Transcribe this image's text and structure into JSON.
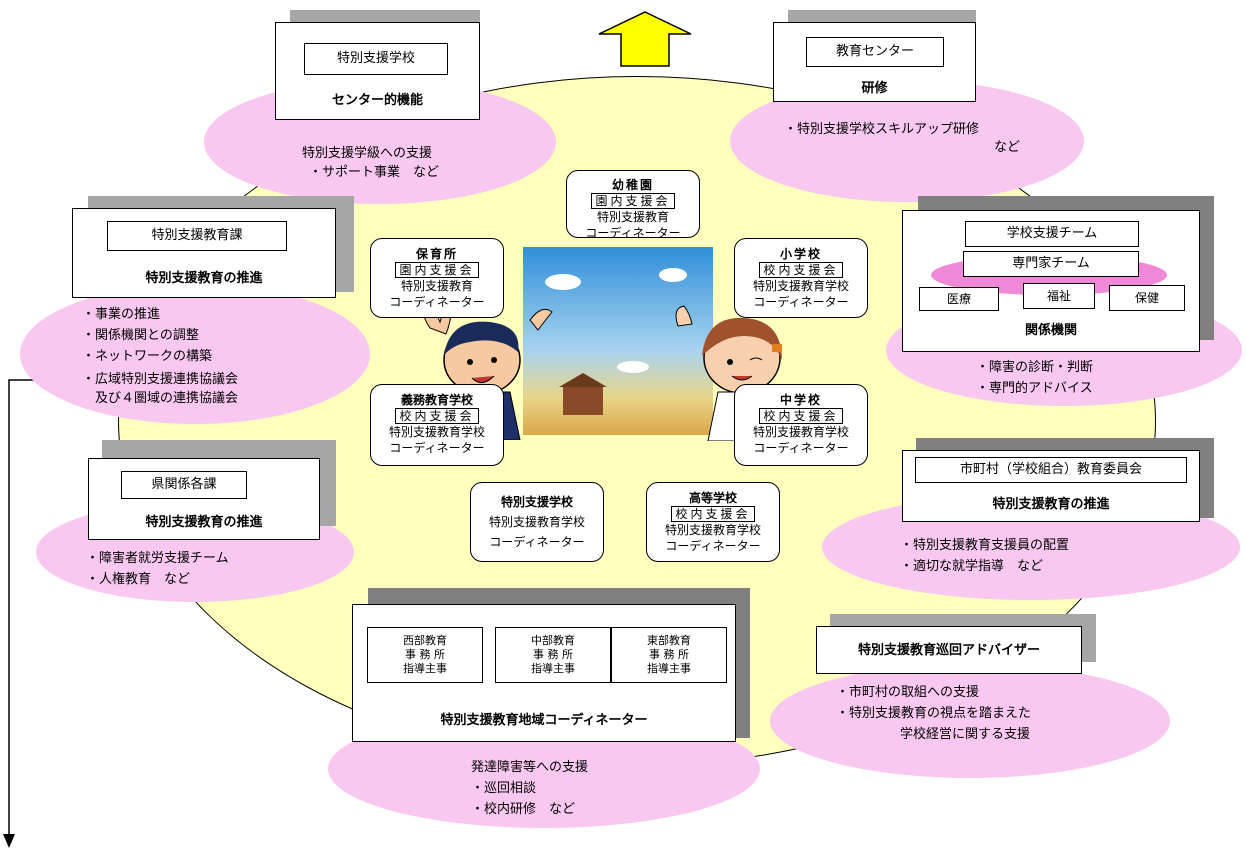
{
  "center_nodes": {
    "kindergarten": {
      "title": "幼稚園",
      "committee": "園内支援会",
      "line1": "特別支援教育",
      "line2": "コーディネーター"
    },
    "nursery": {
      "title": "保育所",
      "committee": "園内支援会",
      "line1": "特別支援教育",
      "line2": "コーディネーター"
    },
    "elementary": {
      "title": "小学校",
      "committee": "校内支援会",
      "line1": "特別支援教育学校",
      "line2": "コーディネーター"
    },
    "compulsory": {
      "title": "義務教育学校",
      "committee": "校内支援会",
      "line1": "特別支援教育学校",
      "line2": "コーディネーター"
    },
    "junior_high": {
      "title": "中学校",
      "committee": "校内支援会",
      "line1": "特別支援教育学校",
      "line2": "コーディネーター"
    },
    "special_school": {
      "title": "特別支援学校",
      "line1": "特別支援教育学校",
      "line2": "コーディネーター"
    },
    "high_school": {
      "title": "高等学校",
      "committee": "校内支援会",
      "line1": "特別支援教育学校",
      "line2": "コーディネーター"
    }
  },
  "blocks": {
    "special_school": {
      "label": "特別支援学校",
      "subtitle": "センター的機能",
      "items": [
        "特別支援学級への支援",
        "・サポート事業　など"
      ]
    },
    "edu_center": {
      "label": "教育センター",
      "subtitle": "研修",
      "items": [
        "・特別支援学校スキルアップ研修",
        "など"
      ]
    },
    "division": {
      "label": "特別支援教育課",
      "subtitle": "特別支援教育の推進",
      "items": [
        "・事業の推進",
        "・関係機関との調整",
        "・ネットワークの構築",
        "・広域特別支援連携協議会",
        "及び４圏域の連携協議会"
      ]
    },
    "related_agencies": {
      "label": "学校支援チーム",
      "expert": "専門家チーム",
      "medical": "医療",
      "welfare": "福祉",
      "health": "保健",
      "subtitle": "関係機関",
      "items": [
        "・障害の診断・判断",
        "・専門的アドバイス"
      ]
    },
    "pref_sections": {
      "label": "県関係各課",
      "subtitle": "特別支援教育の推進",
      "items": [
        "・障害者就労支援チーム",
        "・人権教育　など"
      ]
    },
    "municipal": {
      "label": "市町村（学校組合）教育委員会",
      "subtitle": "特別支援教育の推進",
      "items": [
        "・特別支援教育支援員の配置",
        "・適切な就学指導　など"
      ]
    },
    "regional": {
      "west": [
        "西部教育",
        "事 務 所",
        "指導主事"
      ],
      "central": [
        "中部教育",
        "事 務 所",
        "指導主事"
      ],
      "east": [
        "東部教育",
        "事 務 所",
        "指導主事"
      ],
      "subtitle": "特別支援教育地域コーディネーター",
      "items": [
        "発達障害等への支援",
        "・巡回相談",
        "・校内研修　など"
      ]
    },
    "advisor": {
      "subtitle": "特別支援教育巡回アドバイザー",
      "items": [
        "・市町村の取組への支援",
        "・特別支援教育の視点を踏まえた",
        "学校経営に関する支援"
      ]
    }
  },
  "colors": {
    "circle": "#ffffbe",
    "ellipse": "#f8c8f0",
    "arrow": "#ffff00",
    "shadow": "#a6a6a6"
  },
  "icons": [
    "up-arrow-icon",
    "down-arrow-icon",
    "children-illustration"
  ]
}
